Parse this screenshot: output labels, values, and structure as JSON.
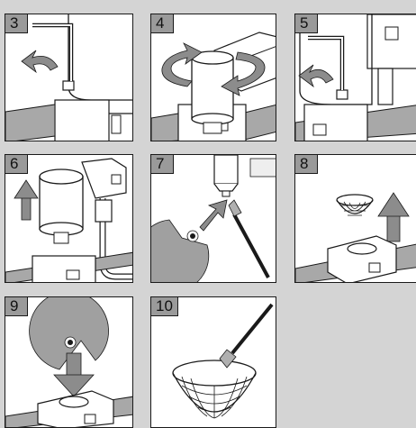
{
  "steps": [
    {
      "number": "3"
    },
    {
      "number": "4"
    },
    {
      "number": "5"
    },
    {
      "number": "6"
    },
    {
      "number": "7"
    },
    {
      "number": "8"
    },
    {
      "number": "9"
    },
    {
      "number": "10"
    }
  ],
  "colors": {
    "background": "#d4d4d4",
    "panel": "#ffffff",
    "badge": "#9a9a9a",
    "arrow": "#8c8c8c",
    "pipe": "#a8a8a8",
    "outline": "#1a1a1a"
  }
}
